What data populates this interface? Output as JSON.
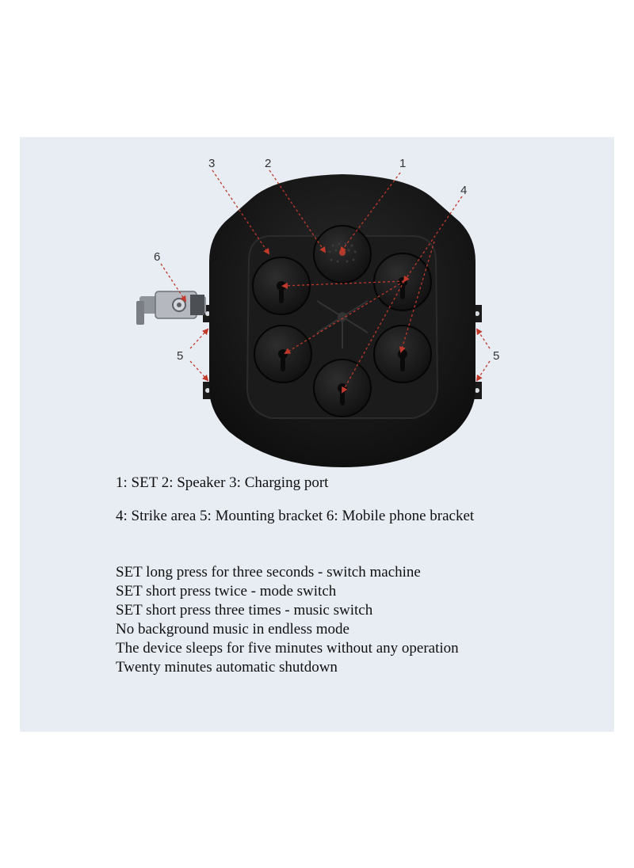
{
  "callouts": {
    "c1": "1",
    "c2": "2",
    "c3": "3",
    "c4": "4",
    "c5_left": "5",
    "c5_right": "5",
    "c6": "6"
  },
  "legend": {
    "line1": "1: SET 2: Speaker 3: Charging port",
    "line2": "4: Strike area 5: Mounting bracket 6: Mobile phone bracket"
  },
  "instructions": [
    "SET long press for three seconds - switch machine",
    "SET short press twice - mode switch",
    "SET short press three times - music switch",
    "No background music in endless mode",
    "The device sleeps for five minutes without any operation",
    "Twenty minutes automatic shutdown"
  ],
  "colors": {
    "background": "#e8edf4",
    "device": "#141414",
    "callout_line": "#c0392b"
  }
}
